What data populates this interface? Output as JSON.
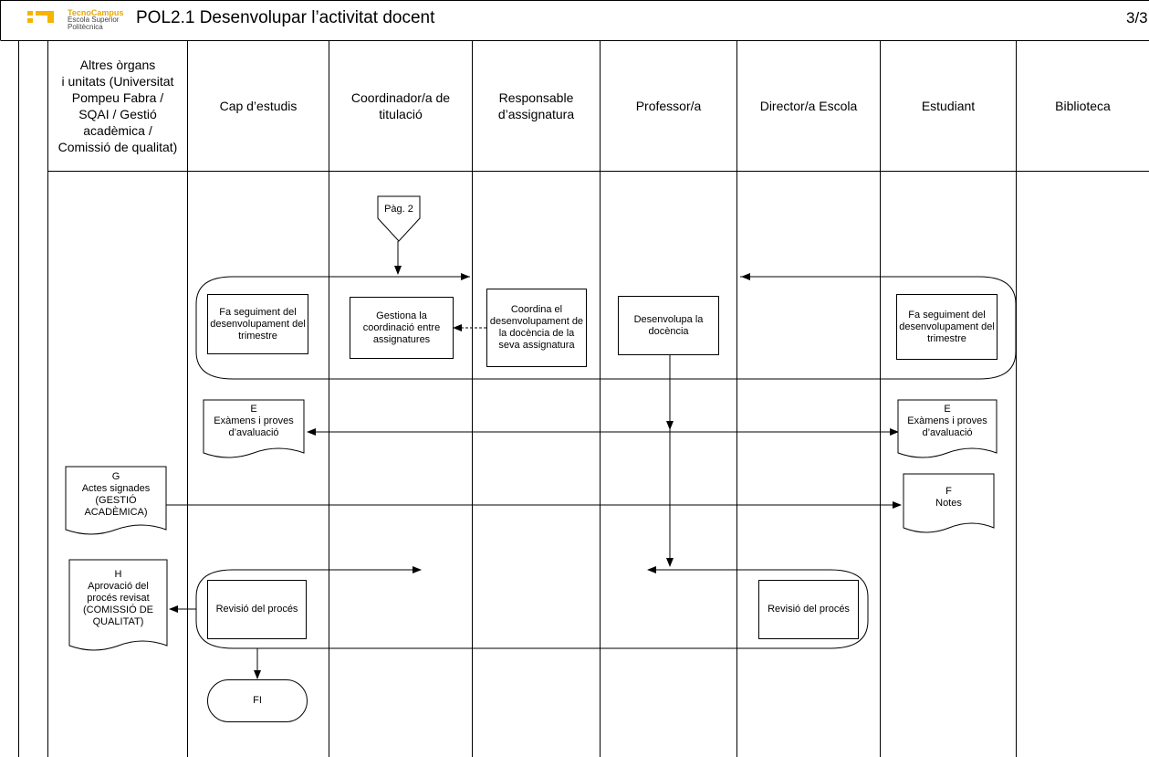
{
  "header": {
    "logo": {
      "line1": "TecnoCampus",
      "line2": "Escola Superior",
      "line3": "Politècnica"
    },
    "title": "POL2.1 Desenvolupar l’activitat docent",
    "page": "3/3"
  },
  "lanes": [
    "Altres òrgans i unitats (Universitat Pompeu Fabra / SQAI / Gestió acadèmica / Comissió de qualitat)",
    "Cap d’estudis",
    "Coordinador/a de titulació",
    "Responsable d’assignatura",
    "Professor/a",
    "Director/a Escola",
    "Estudiant",
    "Biblioteca"
  ],
  "lane_header_lines": {
    "altres": [
      "Altres òrgans",
      "i unitats (Universitat",
      "Pompeu Fabra /",
      "SQAI / Gestió",
      "acadèmica /",
      "Comissió de qualitat)"
    ],
    "coordinador": [
      "Coordinador/a de",
      "titulació"
    ],
    "responsable": [
      "Responsable",
      "d’assignatura"
    ]
  },
  "connector": "Pàg. 2",
  "processes": {
    "cap_seguiment": "Fa seguiment del desenvolupament del trimestre",
    "coord_gestiona": "Gestiona la coordinació entre assignatures",
    "resp_coordina": "Coordina el desenvolupament de la docència de la seva assignatura",
    "prof_desenvolupa": "Desenvolupa la docència",
    "est_seguiment": "Fa seguiment del desenvolupament del trimestre",
    "cap_revisio": "Revisió del procés",
    "dir_revisio": "Revisió del procés"
  },
  "documents": {
    "cap_examens": {
      "code": "E",
      "lines": [
        "Exàmens i proves",
        "d’avaluació"
      ]
    },
    "est_examens": {
      "code": "E",
      "lines": [
        "Exàmens i proves",
        "d’avaluació"
      ]
    },
    "actes": {
      "code": "G",
      "lines": [
        "Actes signades",
        "(GESTIÓ",
        "ACADÈMICA)"
      ]
    },
    "notes": {
      "code": "F",
      "lines": [
        "Notes"
      ]
    },
    "aprovacio": {
      "code": "H",
      "lines": [
        "Aprovació del",
        "procés revisat",
        "(COMISSIÓ DE",
        "QUALITAT)"
      ]
    }
  },
  "terminator": "FI"
}
